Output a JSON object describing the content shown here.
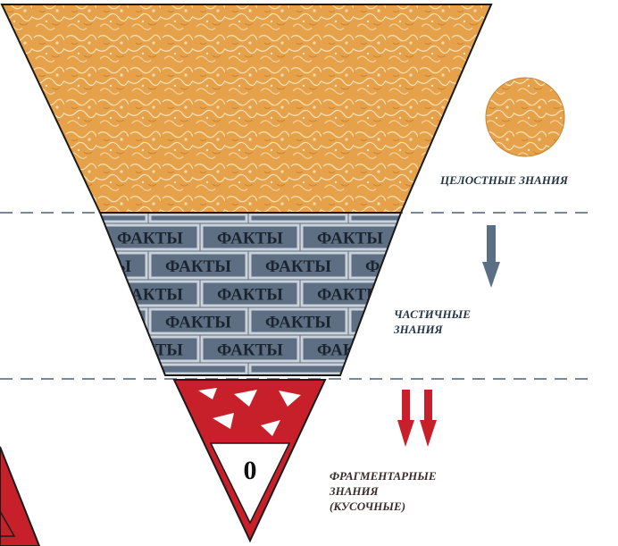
{
  "levels": {
    "holistic": {
      "label": "ЦЕЛОСТНЫЕ ЗНАНИЯ",
      "color": "#e6a24b"
    },
    "partial": {
      "label_lines": [
        "ЧАСТИЧНЫЕ",
        "ЗНАНИЯ"
      ],
      "brick_word": "ФАКТЫ",
      "color": "#5f6f83"
    },
    "fragmentary": {
      "label_lines": [
        "ФРАГМЕНТАРНЫЕ",
        "ЗНАНИЯ",
        "(КУСОЧНЫЕ)"
      ],
      "color": "#c8202a"
    }
  },
  "zero_symbol": "0",
  "arrows": {
    "partial": {
      "icon": "down-arrow-icon",
      "color": "#5a6f86",
      "count": 1
    },
    "fragmentary": {
      "icon": "down-arrow-icon",
      "color": "#c8202a",
      "count": 2
    }
  },
  "colors": {
    "dashed_line": "#7a8796",
    "outline": "#1a1a1a"
  }
}
